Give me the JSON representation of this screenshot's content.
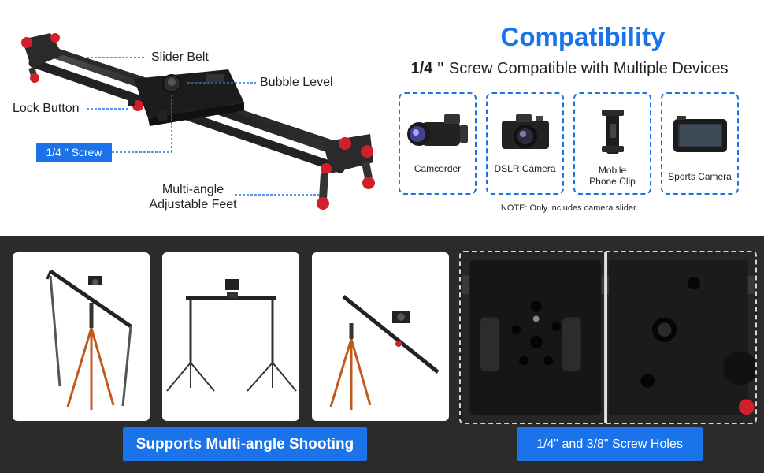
{
  "slider_callouts": {
    "slider_belt": "Slider Belt",
    "bubble_level": "Bubble Level",
    "lock_button": "Lock Button",
    "screw": "1/4 \" Screw",
    "feet_line1": "Multi-angle",
    "feet_line2": "Adjustable Feet"
  },
  "compatibility": {
    "title": "Compatibility",
    "subtitle_bold": "1/4 \"",
    "subtitle_rest": " Screw Compatible with Multiple Devices",
    "devices": [
      {
        "label": "Camcorder",
        "icon": "camcorder-icon"
      },
      {
        "label": "DSLR Camera",
        "icon": "dslr-camera-icon"
      },
      {
        "label_line1": "Mobile",
        "label_line2": "Phone Clip",
        "icon": "phone-clip-icon"
      },
      {
        "label": "Sports Camera",
        "icon": "sports-camera-icon"
      }
    ],
    "note": "NOTE: Only includes camera slider."
  },
  "banners": {
    "multi_angle": "Supports Multi-angle Shooting",
    "screw_holes": "1/4\" and 3/8\" Screw Holes"
  },
  "colors": {
    "accent": "#1a73e8",
    "dark_background": "#2b2b2b",
    "red_knob": "#d0202a"
  }
}
